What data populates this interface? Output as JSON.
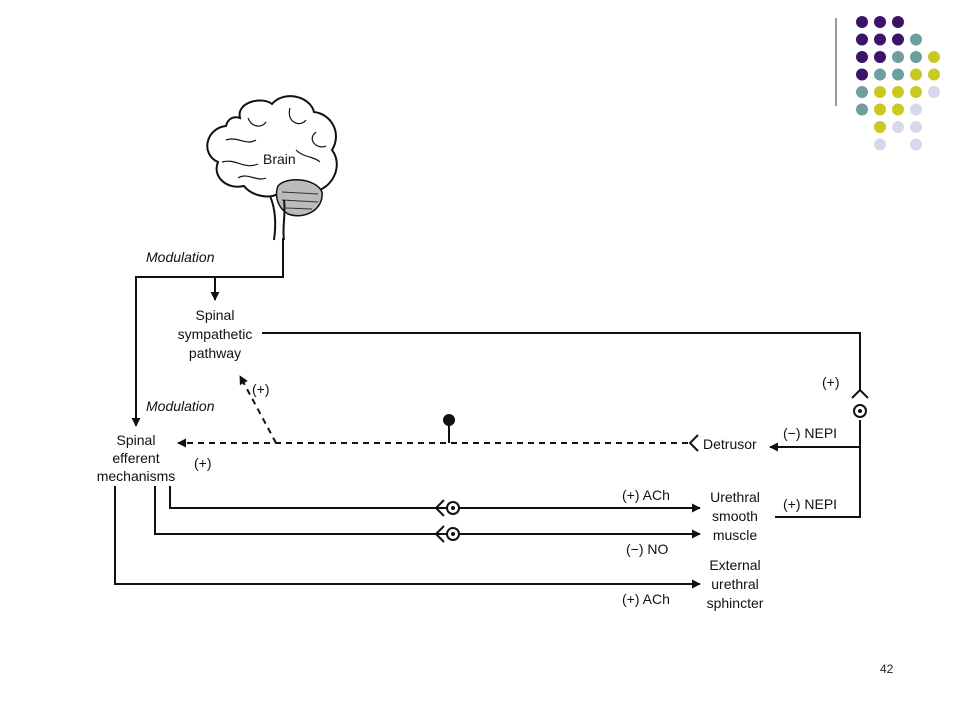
{
  "decor": {
    "dot_colors": {
      "purple": "#3b1466",
      "teal": "#6d9ea0",
      "yellow": "#c9c922",
      "lavender": "#d9d8ea"
    }
  },
  "diagram": {
    "brain_label": "Brain",
    "modulation_top": "Modulation",
    "modulation_mid": "Modulation",
    "spinal_sympathetic": [
      "Spinal",
      "sympathetic",
      "pathway"
    ],
    "plus_dashed": "(+)",
    "plus_right": "(+)",
    "spinal_efferent": [
      "Spinal",
      "efferent",
      "mechanisms"
    ],
    "plus_left": "(+)",
    "minus_nepi": "(−) NEPI",
    "detrusor": "Detrusor",
    "plus_ach_1": "(+) ACh",
    "urethral_smooth": [
      "Urethral",
      "smooth",
      "muscle"
    ],
    "plus_nepi": "(+) NEPI",
    "minus_no": "(−) NO",
    "external_sphincter": [
      "External",
      "urethral",
      "sphincter"
    ],
    "plus_ach_2": "(+) ACh"
  },
  "page_number": "42"
}
